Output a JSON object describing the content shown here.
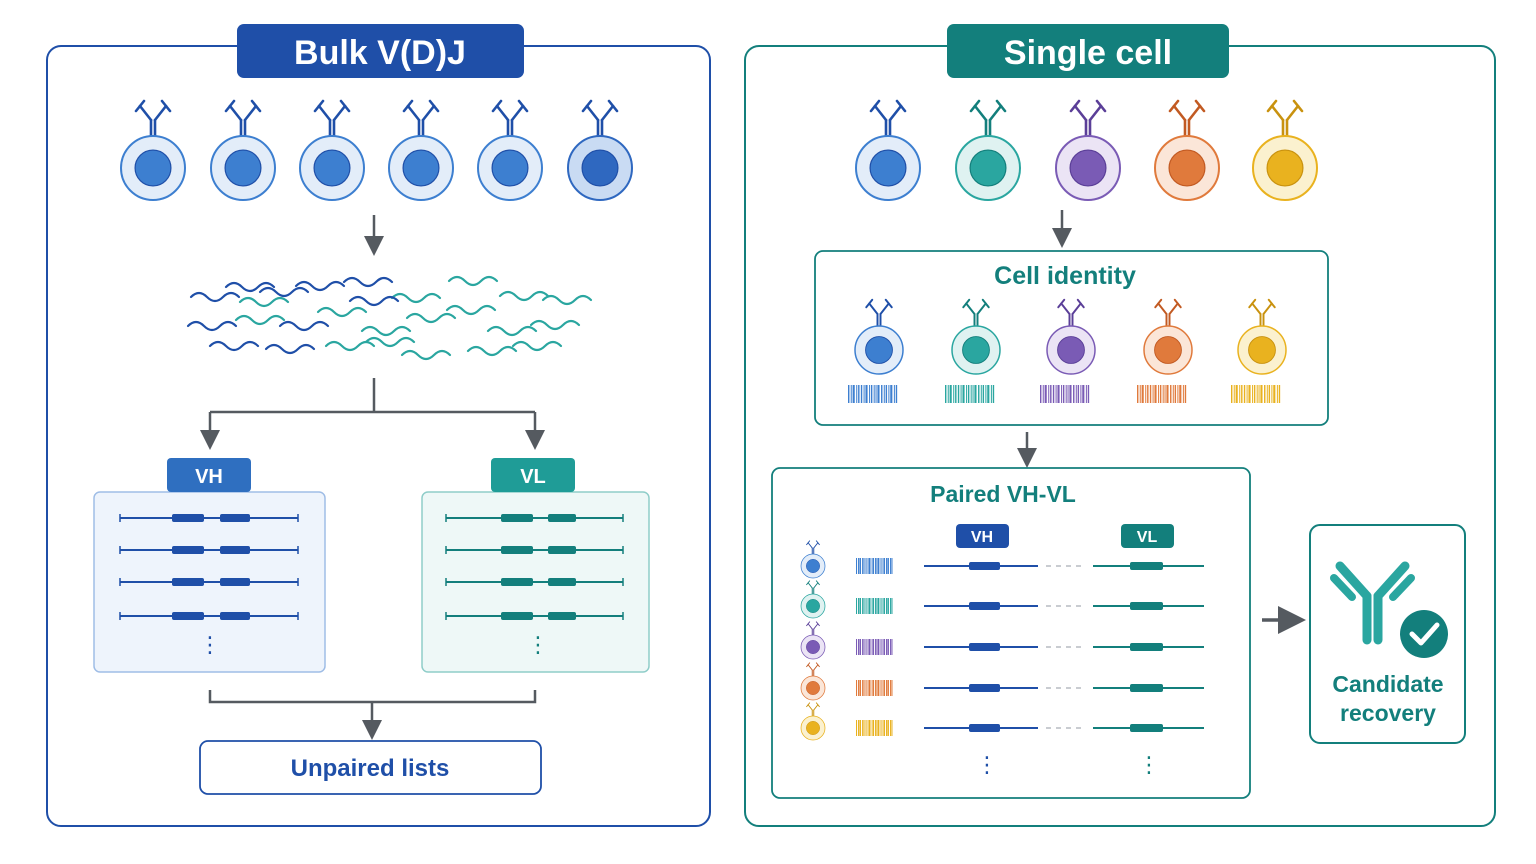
{
  "colors": {
    "blue_dark": "#1f4fa8",
    "blue_mid": "#3d7fd0",
    "blue_light": "#dbe8f8",
    "teal_dark": "#137f7c",
    "teal_mid": "#2aa6a0",
    "teal_light": "#dff2f1",
    "purple": "#7a5bb5",
    "orange": "#e07a3c",
    "yellow": "#e9b21f",
    "arrow": "#555a60"
  },
  "bulk": {
    "title": "Bulk V(D)J",
    "cells": [
      "b-cell",
      "b-cell",
      "b-cell",
      "b-cell",
      "b-cell",
      "b-cell"
    ],
    "vh_label": "VH",
    "vl_label": "VL",
    "vh_more": "⋮",
    "vl_more": "⋮",
    "result_label": "Unpaired lists"
  },
  "single": {
    "title": "Single cell",
    "cells": [
      "blue",
      "teal",
      "purple",
      "orange",
      "yellow"
    ],
    "identity_title": "Cell identity",
    "paired_title": "Paired VH-VL",
    "paired_vh_label": "VH",
    "paired_vl_label": "VL",
    "paired_vh_more": "⋮",
    "paired_vl_more": "⋮",
    "candidate_line1": "Candidate",
    "candidate_line2": "recovery"
  }
}
